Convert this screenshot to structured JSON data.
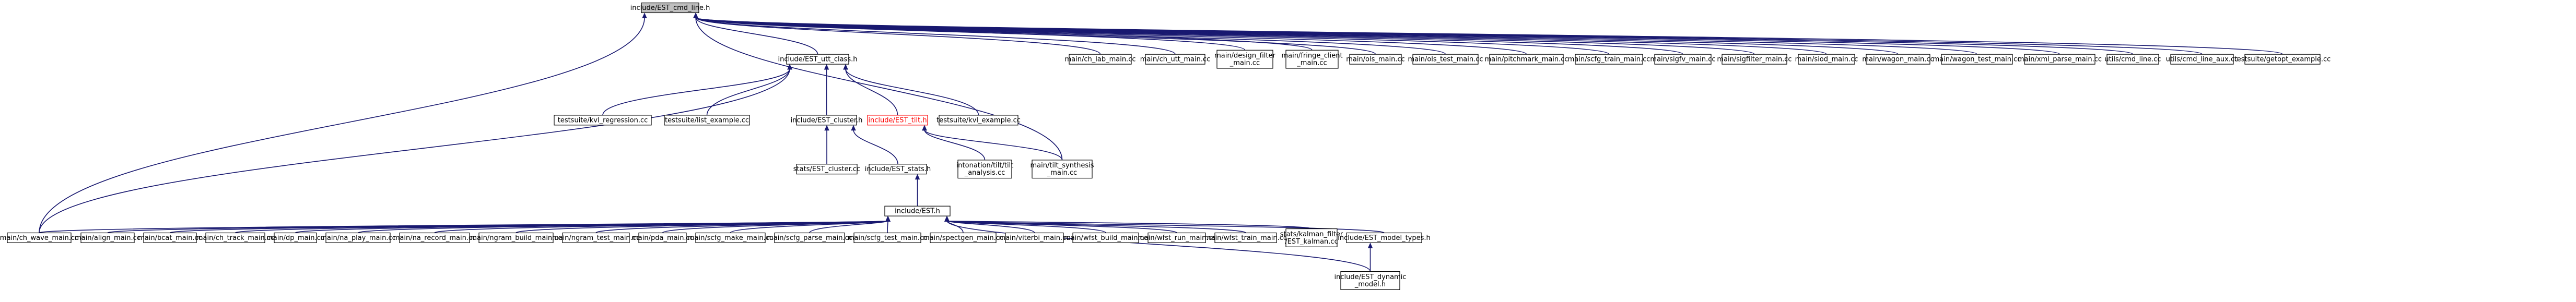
{
  "nodes": [
    {
      "id": "cmd_line_h",
      "lines": [
        "include/EST_cmd_line.h"
      ],
      "root": true
    },
    {
      "id": "utt_class_h",
      "lines": [
        "include/EST_utt_class.h"
      ]
    },
    {
      "id": "ch_lab_main",
      "lines": [
        "main/ch_lab_main.cc"
      ]
    },
    {
      "id": "ch_utt_main",
      "lines": [
        "main/ch_utt_main.cc"
      ]
    },
    {
      "id": "design_filter_main",
      "lines": [
        "main/design_filter",
        "_main.cc"
      ]
    },
    {
      "id": "fringe_client_main",
      "lines": [
        "main/fringe_client",
        "_main.cc"
      ]
    },
    {
      "id": "ols_main",
      "lines": [
        "main/ols_main.cc"
      ]
    },
    {
      "id": "ols_test_main",
      "lines": [
        "main/ols_test_main.cc"
      ]
    },
    {
      "id": "pitchmark_main",
      "lines": [
        "main/pitchmark_main.cc"
      ]
    },
    {
      "id": "scfg_train_main",
      "lines": [
        "main/scfg_train_main.cc"
      ]
    },
    {
      "id": "sigfv_main",
      "lines": [
        "main/sigfv_main.cc"
      ]
    },
    {
      "id": "sigfilter_main",
      "lines": [
        "main/sigfilter_main.cc"
      ]
    },
    {
      "id": "siod_main",
      "lines": [
        "main/siod_main.cc"
      ]
    },
    {
      "id": "wagon_main",
      "lines": [
        "main/wagon_main.cc"
      ]
    },
    {
      "id": "wagon_test_main",
      "lines": [
        "main/wagon_test_main.cc"
      ]
    },
    {
      "id": "xml_parse_main",
      "lines": [
        "main/xml_parse_main.cc"
      ]
    },
    {
      "id": "utils_cmd_line",
      "lines": [
        "utils/cmd_line.cc"
      ]
    },
    {
      "id": "utils_cmd_line_aux",
      "lines": [
        "utils/cmd_line_aux.cc"
      ]
    },
    {
      "id": "getopt_example",
      "lines": [
        "testsuite/getopt_example.cc"
      ]
    },
    {
      "id": "kvl_regression",
      "lines": [
        "testsuite/kvl_regression.cc"
      ]
    },
    {
      "id": "list_example",
      "lines": [
        "testsuite/list_example.cc"
      ]
    },
    {
      "id": "cluster_h",
      "lines": [
        "include/EST_cluster.h"
      ]
    },
    {
      "id": "tilt_h",
      "lines": [
        "include/EST_tilt.h"
      ],
      "red": true
    },
    {
      "id": "kvl_example",
      "lines": [
        "testsuite/kvl_example.cc"
      ]
    },
    {
      "id": "tilt_synthesis_main",
      "lines": [
        "main/tilt_synthesis",
        "_main.cc"
      ]
    },
    {
      "id": "stats_cluster",
      "lines": [
        "stats/EST_cluster.cc"
      ]
    },
    {
      "id": "stats_h",
      "lines": [
        "include/EST_stats.h"
      ]
    },
    {
      "id": "tilt_analysis",
      "lines": [
        "intonation/tilt/tilt",
        "_analysis.cc"
      ]
    },
    {
      "id": "est_h",
      "lines": [
        "include/EST.h"
      ]
    },
    {
      "id": "ch_wave_main",
      "lines": [
        "main/ch_wave_main.cc"
      ]
    },
    {
      "id": "align_main",
      "lines": [
        "main/align_main.cc"
      ]
    },
    {
      "id": "bcat_main",
      "lines": [
        "main/bcat_main.cc"
      ]
    },
    {
      "id": "ch_track_main",
      "lines": [
        "main/ch_track_main.cc"
      ]
    },
    {
      "id": "dp_main",
      "lines": [
        "main/dp_main.cc"
      ]
    },
    {
      "id": "na_play_main",
      "lines": [
        "main/na_play_main.cc"
      ]
    },
    {
      "id": "na_record_main",
      "lines": [
        "main/na_record_main.cc"
      ]
    },
    {
      "id": "ngram_build_main",
      "lines": [
        "main/ngram_build_main.cc"
      ]
    },
    {
      "id": "ngram_test_main",
      "lines": [
        "main/ngram_test_main.cc"
      ]
    },
    {
      "id": "pda_main",
      "lines": [
        "main/pda_main.cc"
      ]
    },
    {
      "id": "scfg_make_main",
      "lines": [
        "main/scfg_make_main.cc"
      ]
    },
    {
      "id": "scfg_parse_main",
      "lines": [
        "main/scfg_parse_main.cc"
      ]
    },
    {
      "id": "scfg_test_main",
      "lines": [
        "main/scfg_test_main.cc"
      ]
    },
    {
      "id": "spectgen_main",
      "lines": [
        "main/spectgen_main.cc"
      ]
    },
    {
      "id": "viterbi_main",
      "lines": [
        "main/viterbi_main.cc"
      ]
    },
    {
      "id": "wfst_build_main",
      "lines": [
        "main/wfst_build_main.cc"
      ]
    },
    {
      "id": "wfst_run_main",
      "lines": [
        "main/wfst_run_main.cc"
      ]
    },
    {
      "id": "wfst_train_main",
      "lines": [
        "main/wfst_train_main.cc"
      ]
    },
    {
      "id": "kalman",
      "lines": [
        "stats/kalman_filter",
        "/EST_kalman.cc"
      ]
    },
    {
      "id": "model_types_h",
      "lines": [
        "include/EST_model_types.h"
      ]
    },
    {
      "id": "dynamic_model_h",
      "lines": [
        "include/EST_dynamic",
        "_model.h"
      ]
    }
  ],
  "edges": [
    [
      "utt_class_h",
      "cmd_line_h"
    ],
    [
      "ch_lab_main",
      "cmd_line_h"
    ],
    [
      "ch_utt_main",
      "cmd_line_h"
    ],
    [
      "design_filter_main",
      "cmd_line_h"
    ],
    [
      "fringe_client_main",
      "cmd_line_h"
    ],
    [
      "ols_main",
      "cmd_line_h"
    ],
    [
      "ols_test_main",
      "cmd_line_h"
    ],
    [
      "pitchmark_main",
      "cmd_line_h"
    ],
    [
      "scfg_train_main",
      "cmd_line_h"
    ],
    [
      "sigfv_main",
      "cmd_line_h"
    ],
    [
      "sigfilter_main",
      "cmd_line_h"
    ],
    [
      "siod_main",
      "cmd_line_h"
    ],
    [
      "wagon_main",
      "cmd_line_h"
    ],
    [
      "wagon_test_main",
      "cmd_line_h"
    ],
    [
      "xml_parse_main",
      "cmd_line_h"
    ],
    [
      "utils_cmd_line",
      "cmd_line_h"
    ],
    [
      "utils_cmd_line_aux",
      "cmd_line_h"
    ],
    [
      "getopt_example",
      "cmd_line_h"
    ],
    [
      "tilt_synthesis_main",
      "cmd_line_h"
    ],
    [
      "ch_wave_main",
      "cmd_line_h"
    ],
    [
      "kvl_regression",
      "utt_class_h"
    ],
    [
      "list_example",
      "utt_class_h"
    ],
    [
      "cluster_h",
      "utt_class_h"
    ],
    [
      "tilt_h",
      "utt_class_h"
    ],
    [
      "kvl_example",
      "utt_class_h"
    ],
    [
      "ch_wave_main",
      "utt_class_h"
    ],
    [
      "stats_cluster",
      "cluster_h"
    ],
    [
      "stats_h",
      "cluster_h"
    ],
    [
      "tilt_analysis",
      "tilt_h"
    ],
    [
      "tilt_synthesis_main",
      "tilt_h"
    ],
    [
      "est_h",
      "stats_h"
    ],
    [
      "ch_wave_main",
      "est_h"
    ],
    [
      "align_main",
      "est_h"
    ],
    [
      "bcat_main",
      "est_h"
    ],
    [
      "ch_track_main",
      "est_h"
    ],
    [
      "dp_main",
      "est_h"
    ],
    [
      "na_play_main",
      "est_h"
    ],
    [
      "na_record_main",
      "est_h"
    ],
    [
      "ngram_build_main",
      "est_h"
    ],
    [
      "ngram_test_main",
      "est_h"
    ],
    [
      "pda_main",
      "est_h"
    ],
    [
      "scfg_make_main",
      "est_h"
    ],
    [
      "scfg_parse_main",
      "est_h"
    ],
    [
      "scfg_test_main",
      "est_h"
    ],
    [
      "spectgen_main",
      "est_h"
    ],
    [
      "viterbi_main",
      "est_h"
    ],
    [
      "wfst_build_main",
      "est_h"
    ],
    [
      "wfst_run_main",
      "est_h"
    ],
    [
      "wfst_train_main",
      "est_h"
    ],
    [
      "kalman",
      "est_h"
    ],
    [
      "model_types_h",
      "est_h"
    ],
    [
      "dynamic_model_h",
      "est_h"
    ],
    [
      "dynamic_model_h",
      "model_types_h"
    ]
  ]
}
